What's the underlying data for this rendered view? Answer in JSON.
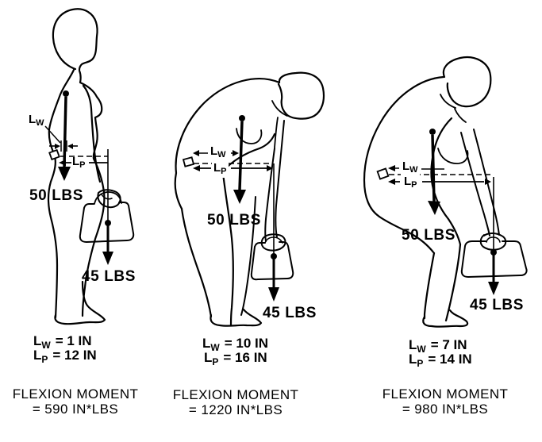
{
  "diagram": {
    "background": "#ffffff",
    "ink": "#000000",
    "symbols": {
      "lw": {
        "base": "L",
        "sub": "W"
      },
      "lp": {
        "base": "L",
        "sub": "P"
      }
    },
    "panels": [
      {
        "posture": "person-standing-upright-holding-bag",
        "body_weight": "50 LBS",
        "load_weight": "45 LBS",
        "lw_value": "= 1 IN",
        "lp_value": "= 12 IN",
        "flexion_label": "FLEXION MOMENT",
        "flexion_value": "= 590 IN*LBS"
      },
      {
        "posture": "person-stooped-bent-at-waist-holding-bag",
        "body_weight": "50 LBS",
        "load_weight": "45 LBS",
        "lw_value": "= 10 IN",
        "lp_value": "= 16 IN",
        "flexion_label": "FLEXION MOMENT",
        "flexion_value": "= 1220 IN*LBS"
      },
      {
        "posture": "person-squatting-knees-bent-holding-bag",
        "body_weight": "50 LBS",
        "load_weight": "45 LBS",
        "lw_value": "= 7 IN",
        "lp_value": "= 14 IN",
        "flexion_label": "FLEXION MOMENT",
        "flexion_value": "= 980 IN*LBS"
      }
    ]
  }
}
